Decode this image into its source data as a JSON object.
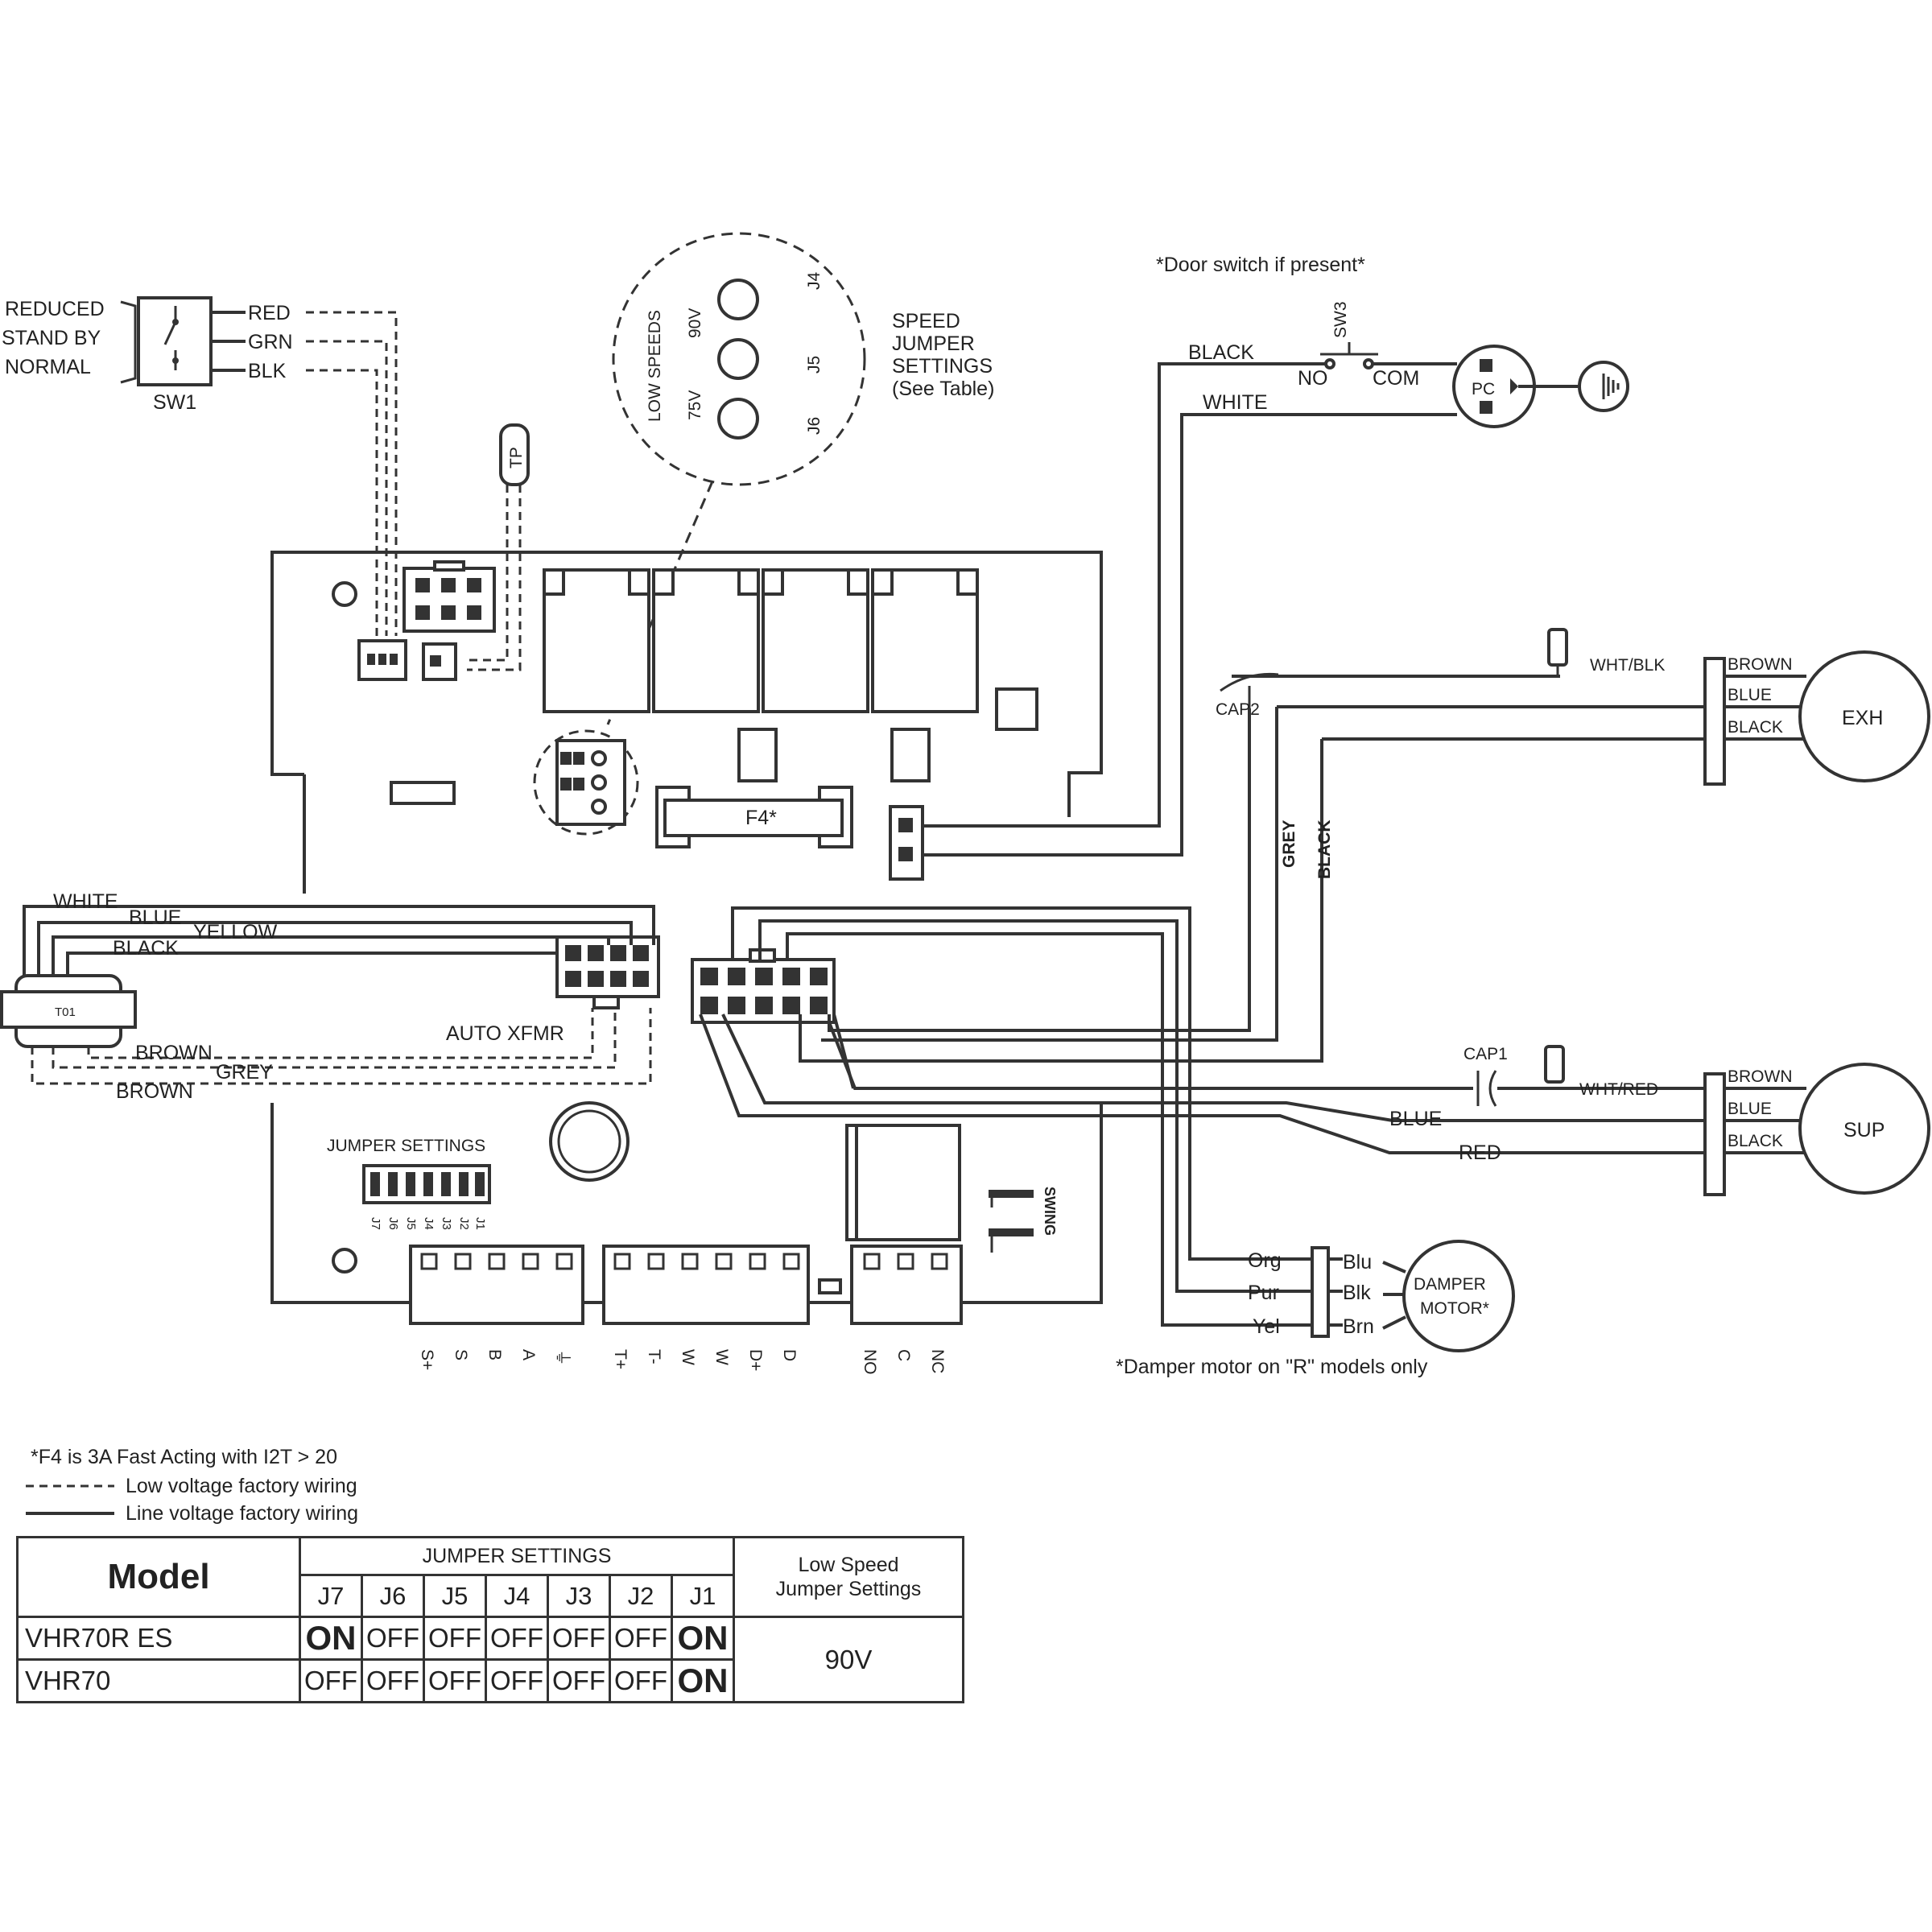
{
  "switch_sw1": {
    "positions": [
      "REDUCED",
      "STAND BY",
      "NORMAL"
    ],
    "name": "SW1",
    "wires": [
      "RED",
      "GRN",
      "BLK"
    ]
  },
  "thermistor": "TP",
  "speed_jumpers": {
    "title": [
      "SPEED",
      "JUMPER",
      "SETTINGS",
      "(See Table)"
    ],
    "low_speeds": "LOW SPEEDS",
    "volt_90": "90V",
    "volt_75": "75V",
    "pins": [
      "J4",
      "J5",
      "J6"
    ]
  },
  "door_switch": {
    "note": "*Door switch if present*",
    "name": "SW3",
    "no": "NO",
    "com": "COM"
  },
  "plug": "PC",
  "line_wires": {
    "black": "BLACK",
    "white": "WHITE"
  },
  "fuse": "F4*",
  "exhaust": {
    "cap": "CAP2",
    "lead": "WHT/BLK",
    "wires": [
      "BROWN",
      "BLUE",
      "BLACK"
    ],
    "motor": "EXH",
    "vertical": [
      "GREY",
      "BLACK"
    ]
  },
  "supply": {
    "cap": "CAP1",
    "lead": "WHT/RED",
    "wires": [
      "BROWN",
      "BLUE",
      "BLACK"
    ],
    "motor": "SUP",
    "board_wires": [
      "BLUE",
      "RED"
    ]
  },
  "transformer": {
    "name": "T01",
    "top_wires": [
      "WHITE",
      "BLUE",
      "YELLOW",
      "BLACK"
    ],
    "bottom_wires": [
      "BROWN",
      "GREY",
      "BROWN"
    ],
    "label": "AUTO XFMR"
  },
  "board_jumpers": {
    "label": "JUMPER SETTINGS",
    "pins": [
      "J7",
      "J6",
      "J5",
      "J4",
      "J3",
      "J2",
      "J1"
    ]
  },
  "swing": "SWING",
  "damper": {
    "left": [
      "Org",
      "Pur",
      "Yel"
    ],
    "right": [
      "Blu",
      "Blk",
      "Brn"
    ],
    "motor": [
      "DAMPER",
      "MOTOR*"
    ],
    "note": "*Damper motor on \"R\" models only"
  },
  "terminals": {
    "group1": [
      "S+",
      "S",
      "B",
      "A",
      "⏚"
    ],
    "group2": [
      "T+",
      "T-",
      "W",
      "W",
      "D+",
      "D"
    ],
    "group3": [
      "NO",
      "C",
      "NC"
    ]
  },
  "notes": {
    "fuse": "*F4 is 3A Fast Acting with I2T > 20",
    "low_voltage": "Low voltage factory wiring",
    "line_voltage": "Line voltage factory wiring"
  },
  "table": {
    "model_header": "Model",
    "jumper_header": "JUMPER SETTINGS",
    "low_speed_header": [
      "Low Speed",
      "Jumper Settings"
    ],
    "columns": [
      "J7",
      "J6",
      "J5",
      "J4",
      "J3",
      "J2",
      "J1"
    ],
    "rows": [
      {
        "model": "VHR70R ES",
        "values": [
          "ON",
          "OFF",
          "OFF",
          "OFF",
          "OFF",
          "OFF",
          "ON"
        ]
      },
      {
        "model": "VHR70",
        "values": [
          "OFF",
          "OFF",
          "OFF",
          "OFF",
          "OFF",
          "OFF",
          "ON"
        ]
      }
    ],
    "low_speed_value": "90V"
  }
}
